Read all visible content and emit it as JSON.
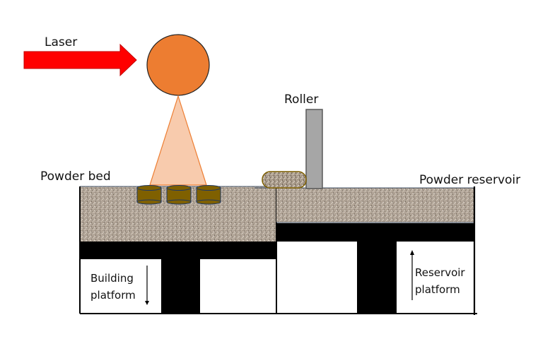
{
  "title": "Powder bed fusion schematic",
  "labels": {
    "laser": "Laser",
    "roller": "Roller",
    "powder_bed": "Powder bed",
    "powder_reservoir": "Powder reservoir",
    "building_platform_line1": "Building",
    "building_platform_line2": "platform",
    "reservoir_platform_line1": "Reservoir",
    "reservoir_platform_line2": "platform"
  },
  "arrows": {
    "building_platform_direction": "down",
    "reservoir_platform_direction": "up"
  },
  "parts_count": 3,
  "colors": {
    "laser_arrow": "#ff0000",
    "laser_source": "#ed7d31",
    "beam": "#f8cbad",
    "beam_edge": "#ed7d31",
    "powder": "#a89a8a",
    "part": "#7f6000",
    "part_edge": "#1f3864",
    "roller": "#a6a6a6",
    "roller_edge": "#595959",
    "structure": "#000000"
  }
}
